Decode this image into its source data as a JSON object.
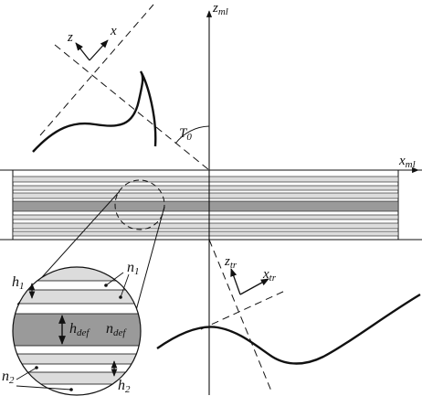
{
  "labels": {
    "z_ml": "z",
    "z_ml_sub": "ml",
    "x_ml": "x",
    "x_ml_sub": "ml",
    "z_local": "z",
    "x_local": "x",
    "T0": "T",
    "T0_sub": "0",
    "z_tr": "z",
    "z_tr_sub": "tr",
    "x_tr": "x",
    "x_tr_sub": "tr",
    "h1": "h",
    "h1_sub": "1",
    "n1": "n",
    "n1_sub": "1",
    "h_def": "h",
    "h_def_sub": "def",
    "n_def": "n",
    "n_def_sub": "def",
    "n2": "n",
    "n2_sub": "2",
    "h2": "h",
    "h2_sub": "2"
  },
  "colors": {
    "ink": "#111111",
    "layer_light": "#dcdcdc",
    "layer_dark": "#9a9a9a",
    "layer_white": "#ffffff"
  }
}
